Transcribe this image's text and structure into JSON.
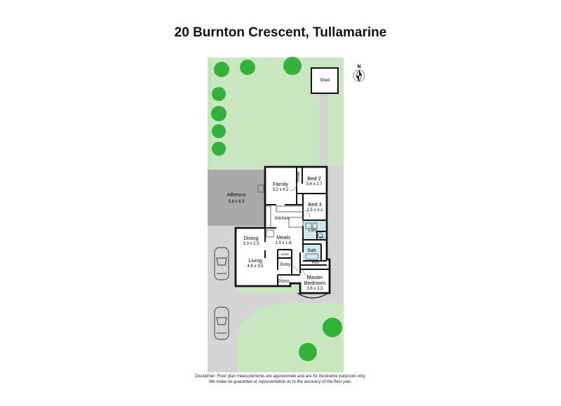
{
  "title": "20 Burnton Crescent, Tullamarine",
  "compass": {
    "north_label": "N"
  },
  "rooms": {
    "shed": {
      "name": "Shed"
    },
    "alfresco": {
      "name": "Alfresco",
      "dims": "5.8 x 6.3"
    },
    "family": {
      "name": "Family",
      "dims": "3.2 x 4.2"
    },
    "bed2": {
      "name": "Bed 2",
      "dims": "3.6 x 2.7"
    },
    "bed3": {
      "name": "Bed 3",
      "dims": "2.5 x 3.1"
    },
    "kitchen": {
      "name": "Kitchen"
    },
    "laundry": {
      "name": "L'dry"
    },
    "dining": {
      "name": "Dining",
      "dims": "3.3 x 2.3"
    },
    "meals": {
      "name": "Meals",
      "dims": "1.9 x 1.8"
    },
    "linen": {
      "name": "Linen"
    },
    "bath": {
      "name": "Bath"
    },
    "wc": {
      "name": "WC"
    },
    "living": {
      "name": "Living",
      "dims": "4.6 x 3.5"
    },
    "entry": {
      "name": "Entry"
    },
    "robe": {
      "name": "Robe"
    },
    "robe_bed2": {
      "name": "Robe"
    },
    "master": {
      "name_line1": "Master",
      "name_line2": "Bedroom",
      "dims": "3.6 x 3.3"
    },
    "porch": {
      "name": "Porch"
    }
  },
  "disclaimer": {
    "line1": "Disclaimer: Floor plan measurements are approximate and are for illustrative purposes only.",
    "line2": "We make no guarantee or representation as to the accuracy of the floor plan."
  },
  "colors": {
    "grass": "#c8e6c0",
    "path": "#d4d4d4",
    "tree": "#33b23a",
    "walls": "#111111",
    "alfresco": "#a9a9a9",
    "wet_area": "#cfe8ef"
  }
}
